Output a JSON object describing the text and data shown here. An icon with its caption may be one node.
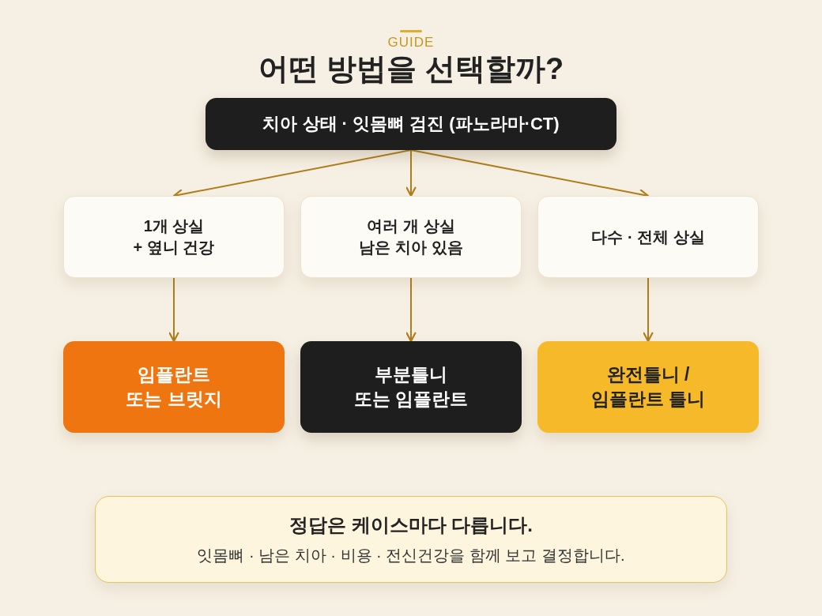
{
  "diagram": {
    "title": "어떤 방법을 선택할까?",
    "nodes": [
      {
        "text": [
          "치아 상태 · 잇몸뼈 검진 (파노라마·CT)"
        ]
      },
      {
        "text": [
          "1개 상실 + 옆니 건강"
        ]
      },
      {
        "text": [
          "여러 개 상실 남은 치아 있음"
        ]
      },
      {
        "text": [
          "다수 · 전체 상실"
        ]
      },
      {
        "text": [
          "임플란트 또는 브릿지"
        ]
      },
      {
        "text": [
          "부분틀니 또는 임플란트"
        ]
      },
      {
        "text": [
          "완전틀니 / 임플란트 틀니"
        ]
      },
      {
        "text": [
          "정답은 케이스마다 다릅니다.",
          "잇몸뼈 · 남은 치아 · 비용 · 전신건강을 함께 보고 결정합니다."
        ]
      }
    ],
    "edges": [
      {
        "from": 0,
        "to": 1,
        "arrow": "to"
      },
      {
        "from": 0,
        "to": 2,
        "arrow": "to"
      },
      {
        "from": 0,
        "to": 3,
        "arrow": "to"
      },
      {
        "from": 1,
        "to": 4,
        "arrow": "to"
      },
      {
        "from": 2,
        "to": 5,
        "arrow": "to"
      },
      {
        "from": 3,
        "to": 6,
        "arrow": "to"
      }
    ],
    "labels": [
      "GUIDE"
    ]
  }
}
